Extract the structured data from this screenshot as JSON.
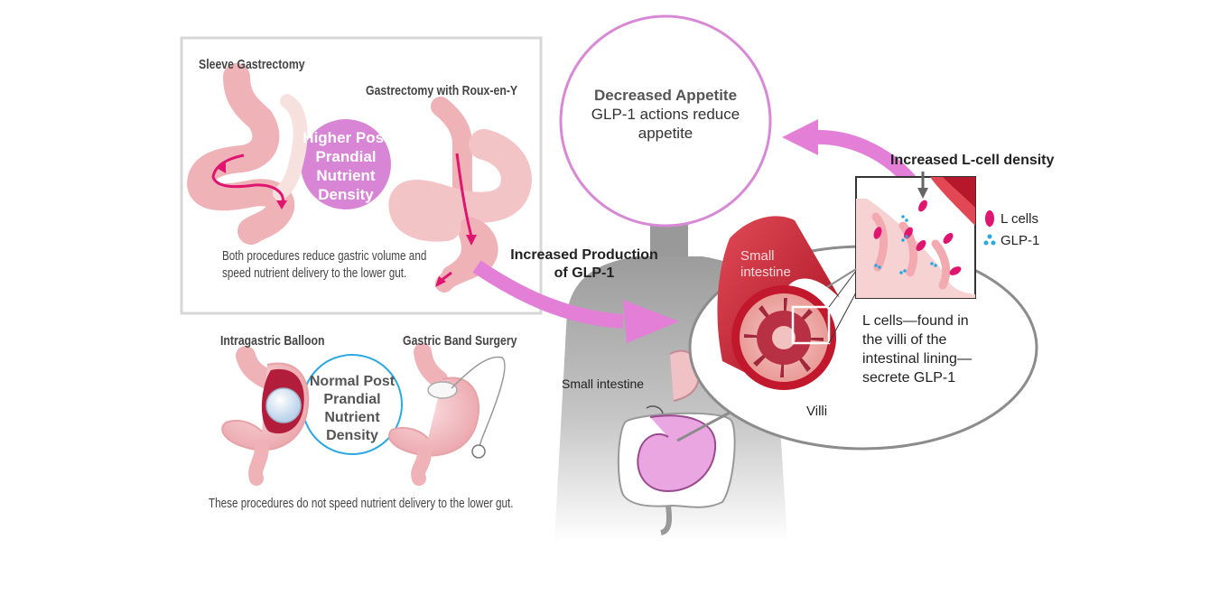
{
  "surgery_box": {
    "sleeve_title": "Sleeve Gastrectomy",
    "roux_title": "Gastrectomy with Roux-en-Y",
    "bubble_lines": [
      "Higher Post",
      "Prandial",
      "Nutrient",
      "Density"
    ],
    "note_lines": [
      "Both procedures reduce gastric volume and",
      "speed nutrient delivery to the lower gut."
    ]
  },
  "lower_procedures": {
    "balloon_title": "Intragastric Balloon",
    "band_title": "Gastric Band Surgery",
    "bubble_lines": [
      "Normal Post",
      "Prandial",
      "Nutrient",
      "Density"
    ],
    "note": "These procedures do not speed nutrient delivery to the lower gut."
  },
  "appetite_bubble": {
    "title": "Decreased Appetite",
    "line1": "GLP-1 actions reduce",
    "line2": "appetite"
  },
  "arrow_labels": {
    "production_line1": "Increased Production",
    "production_line2": "of GLP-1",
    "lcell_density": "Increased L-cell density"
  },
  "body_labels": {
    "small_intestine": "Small intestine"
  },
  "intestine_callout": {
    "section_label_line1": "Small",
    "section_label_line2": "intestine",
    "villi": "Villi",
    "desc_lines": [
      "L cells—found in",
      "the villi of the",
      "intestinal lining—",
      "secrete GLP-1"
    ]
  },
  "legend": {
    "lcells": "L cells",
    "glp1": "GLP-1"
  },
  "colors": {
    "accent_pink": "#e47fd8",
    "bubble_pink": "#d97fd6",
    "magenta": "#e0156f",
    "cyan_ring": "#2ba8e0",
    "silhouette": "#bdbdbd"
  }
}
